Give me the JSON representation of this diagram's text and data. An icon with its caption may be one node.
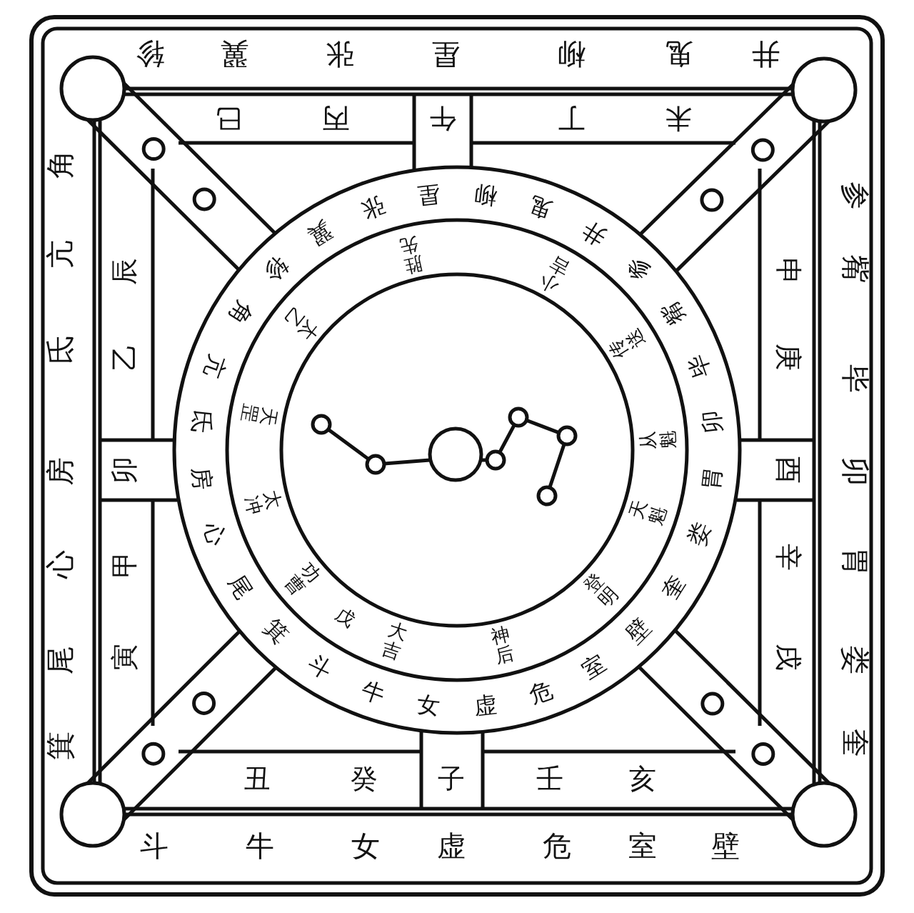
{
  "diagram": {
    "labels": [
      "轸",
      "翼",
      "张",
      "星",
      "柳",
      "鬼",
      "井",
      "参",
      "觜",
      "毕",
      "卯",
      "胃",
      "娄",
      "奎",
      "斗",
      "牛",
      "女",
      "虚",
      "危",
      "室",
      "壁",
      "角",
      "亢",
      "氐",
      "房",
      "心",
      "尾",
      "箕",
      "巳",
      "丙",
      "午",
      "丁",
      "未",
      "申",
      "庚",
      "酉",
      "辛",
      "戌",
      "丑",
      "癸",
      "子",
      "壬",
      "亥",
      "辰",
      "乙",
      "卯",
      "甲",
      "寅",
      "氐",
      "亢",
      "角",
      "轸",
      "翼",
      "张",
      "星",
      "柳",
      "鬼",
      "井",
      "参",
      "觜",
      "毕",
      "卯",
      "房",
      "心",
      "尾",
      "箕",
      "斗",
      "牛",
      "女",
      "虚",
      "危",
      "室",
      "壁",
      "奎",
      "娄",
      "胃",
      "天罡",
      "太乙",
      "胜先",
      "小吉",
      "传送",
      "从魁",
      "太冲",
      "功曹",
      "戊",
      "大吉",
      "神后",
      "登明",
      "天魁"
    ]
  }
}
